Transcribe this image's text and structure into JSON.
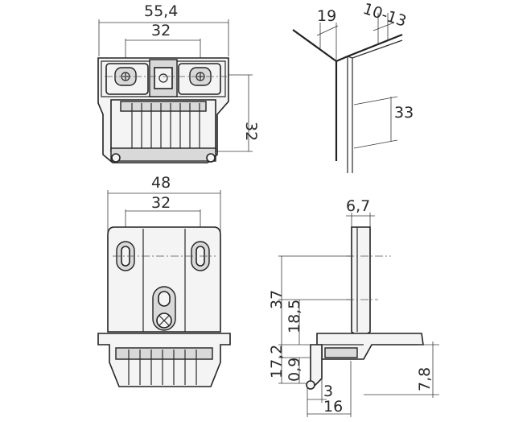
{
  "top_front": {
    "dim_total_width": "55,4",
    "dim_hole_spacing": "32",
    "dim_height": "32"
  },
  "top_side": {
    "dim_a": "19",
    "dim_b": "10-13",
    "dim_c": "33"
  },
  "bottom_front": {
    "dim_total_width": "48",
    "dim_hole_spacing": "32"
  },
  "bottom_side": {
    "dim_thickness": "6,7",
    "dim_37": "37",
    "dim_18_5": "18,5",
    "dim_17_2": "17,2",
    "dim_0_9": "0,9",
    "dim_3": "3",
    "dim_16": "16",
    "dim_7_8": "7,8"
  }
}
